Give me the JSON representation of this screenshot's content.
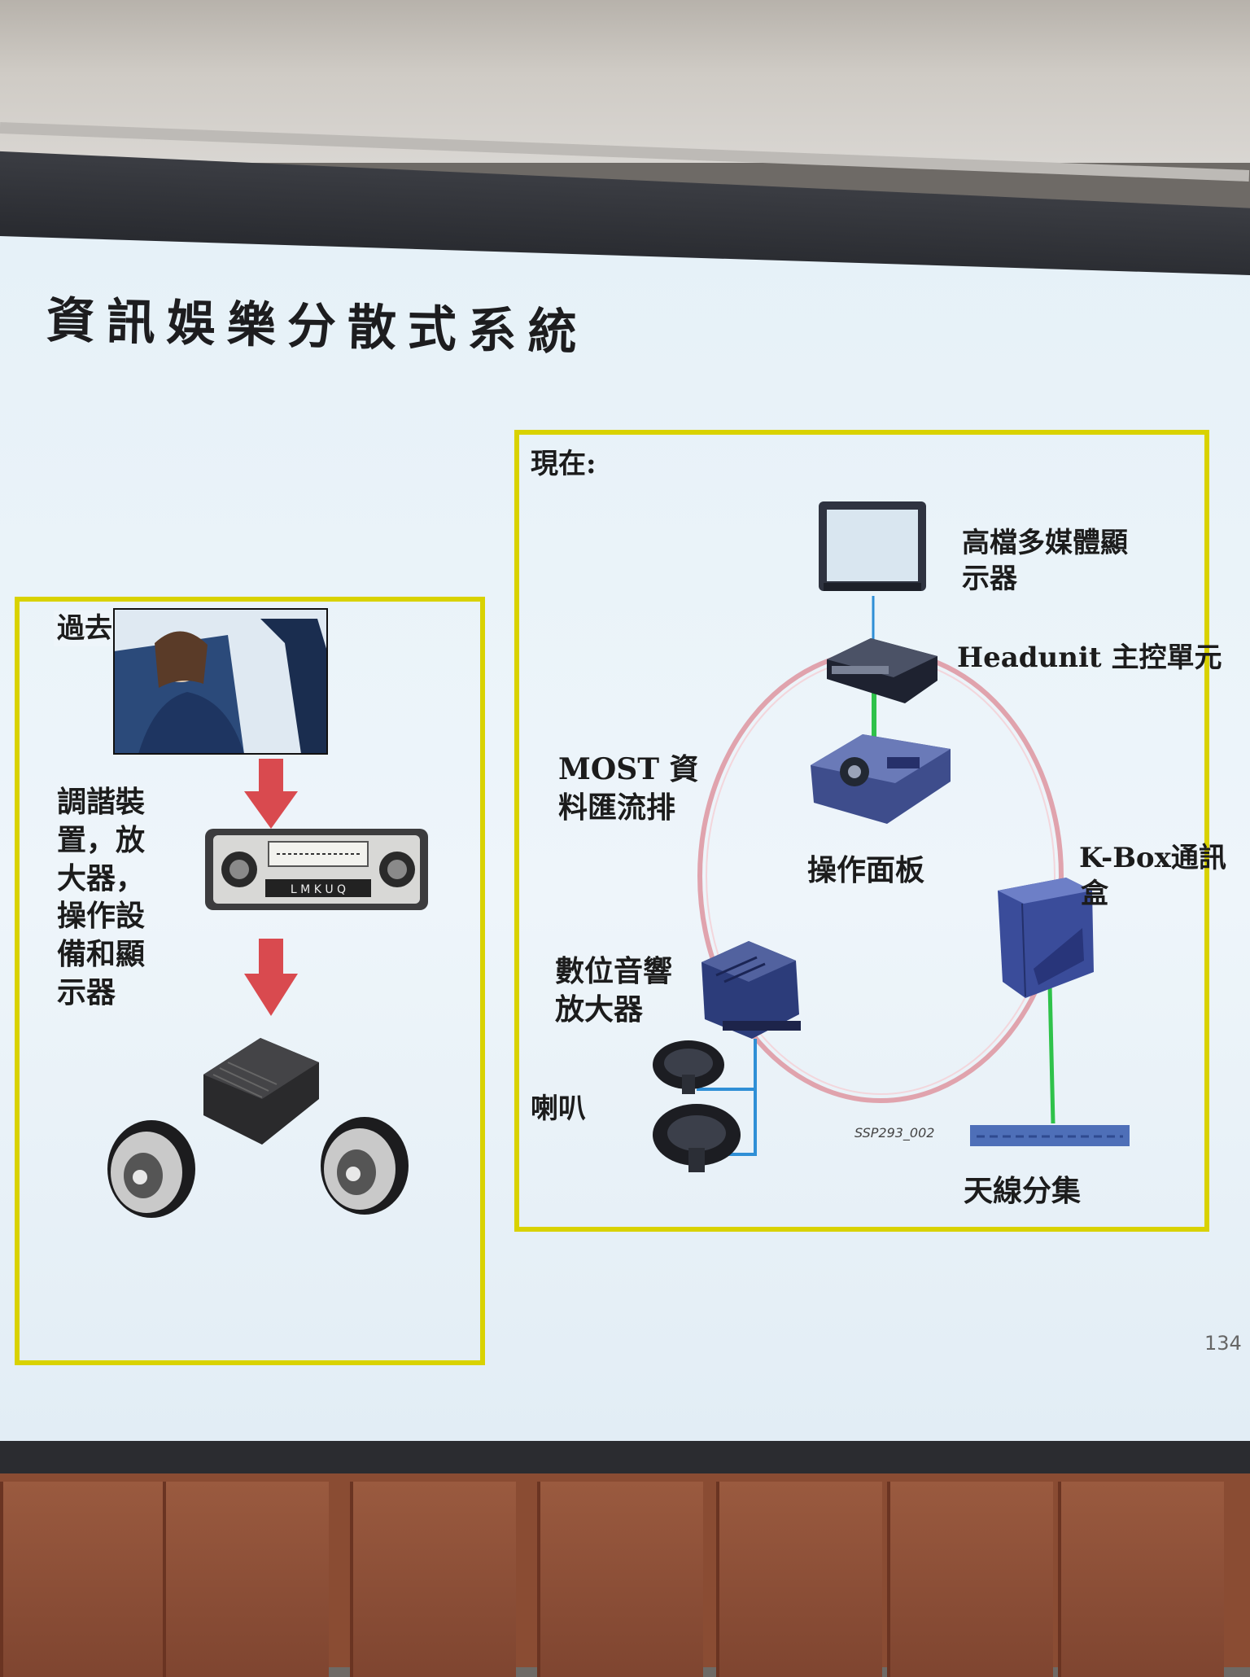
{
  "slide": {
    "title": "資訊娛樂分散式系統",
    "page_number": "134"
  },
  "past_panel": {
    "heading": "過去",
    "description_lines": [
      "調諧裝",
      "置，放",
      "大器，",
      "操作設",
      "備和顯",
      "示器"
    ],
    "components": [
      "driver-photo",
      "car-radio",
      "amplifier",
      "speaker-left",
      "speaker-right"
    ],
    "radio_buttons": "L M K U Q"
  },
  "present_panel": {
    "heading": "現在:",
    "labels": {
      "display": [
        "高檔多媒體顯",
        "示器"
      ],
      "headunit": "Headunit 主控單元",
      "most_bus": [
        "MOST 資",
        "料匯流排"
      ],
      "control_panel": "操作面板",
      "kbox": [
        "K-Box通訊",
        "盒"
      ],
      "digital_amp": [
        "數位音響",
        "放大器"
      ],
      "speaker": "喇叭",
      "antenna": "天線分集"
    },
    "image_credit": "SSP293_002"
  },
  "colors": {
    "panel_border": "#d9d200",
    "arrow": "#d94a4f",
    "ring": "#e0a3ad",
    "connector_green": "#2fc24a",
    "connector_blue": "#2f8fd6"
  }
}
